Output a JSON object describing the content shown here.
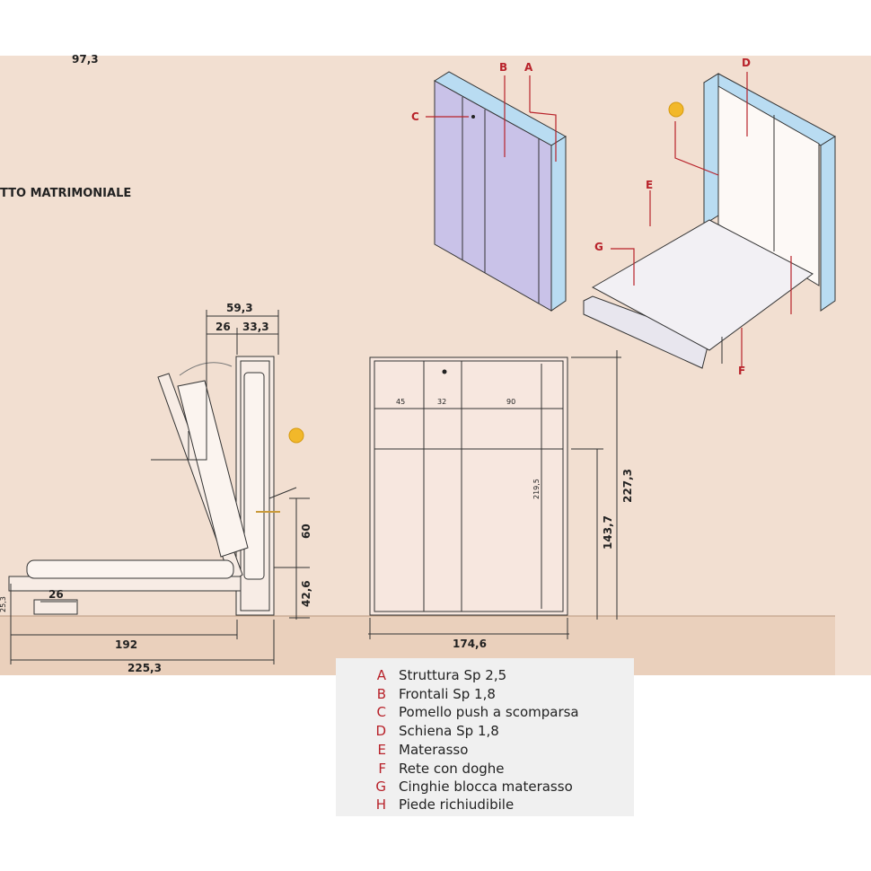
{
  "header": {
    "top_dimension": "97,3",
    "title": "TTO MATRIMONIALE"
  },
  "side_view": {
    "depth_total": "59,3",
    "depth_front": "26",
    "depth_back": "33,3",
    "height_60": "60",
    "height_42_6": "42,6",
    "leg_26": "26",
    "leg_left": "25,3",
    "length_192": "192",
    "length_225_3": "225,3"
  },
  "front_view": {
    "width_45": "45",
    "width_32": "32",
    "width_90": "90",
    "height_219_5": "219,5",
    "height_143_7": "143,7",
    "height_227_3": "227,3",
    "width_174_6": "174,6"
  },
  "callouts": {
    "A": "A",
    "B": "B",
    "C": "C",
    "D": "D",
    "E": "E",
    "F": "F",
    "G": "G"
  },
  "legend": [
    {
      "key": "A",
      "text": "Struttura Sp 2,5"
    },
    {
      "key": "B",
      "text": "Frontali Sp 1,8"
    },
    {
      "key": "C",
      "text": "Pomello push a scomparsa"
    },
    {
      "key": "D",
      "text": "Schiena Sp 1,8"
    },
    {
      "key": "E",
      "text": "Materasso"
    },
    {
      "key": "F",
      "text": "Rete con doghe"
    },
    {
      "key": "G",
      "text": "Cinghie blocca materasso"
    },
    {
      "key": "H",
      "text": "Piede richiudibile"
    }
  ],
  "colors": {
    "background": "#f2dfd1",
    "floor": "#e6c8b2",
    "structure": "#b9dcf2",
    "front_panel": "#c9c2e8",
    "accent_red": "#b8222a",
    "marker": "#f2b82a"
  }
}
